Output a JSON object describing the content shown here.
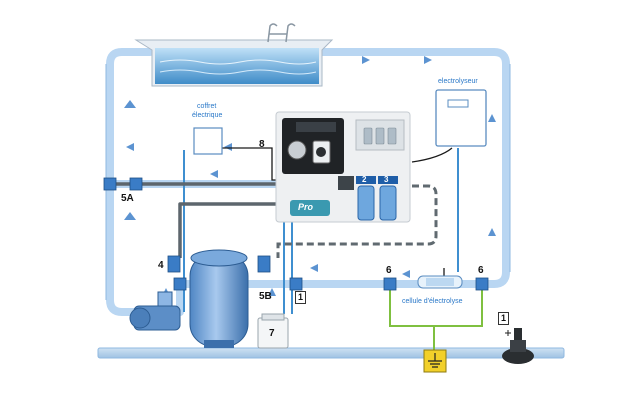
{
  "labels": {
    "coffret_line1": "coffret",
    "coffret_line2": "électrique",
    "electrolyseur": "electrolyseur",
    "cellule": "cellule d'électrolyse",
    "n8": "8",
    "n5a": "5A",
    "n4": "4",
    "n5b": "5B",
    "n7": "7",
    "n1_pipe": "1",
    "n1_legend": "1",
    "n2": "2",
    "n3": "3",
    "n6_left": "6",
    "n6_right": "6",
    "panel_logo": "Pro"
  },
  "colors": {
    "pipe": "#b9d6f2",
    "pipe_edge": "#8fb8e0",
    "arrow": "#5c93d1",
    "water_line": "#3f8fd0",
    "green_line": "#7fc040",
    "dashed_line": "#606a70",
    "cable": "#1a1a1a",
    "panel": "#eef0f2",
    "ground_symbol": "#f2d02a"
  }
}
